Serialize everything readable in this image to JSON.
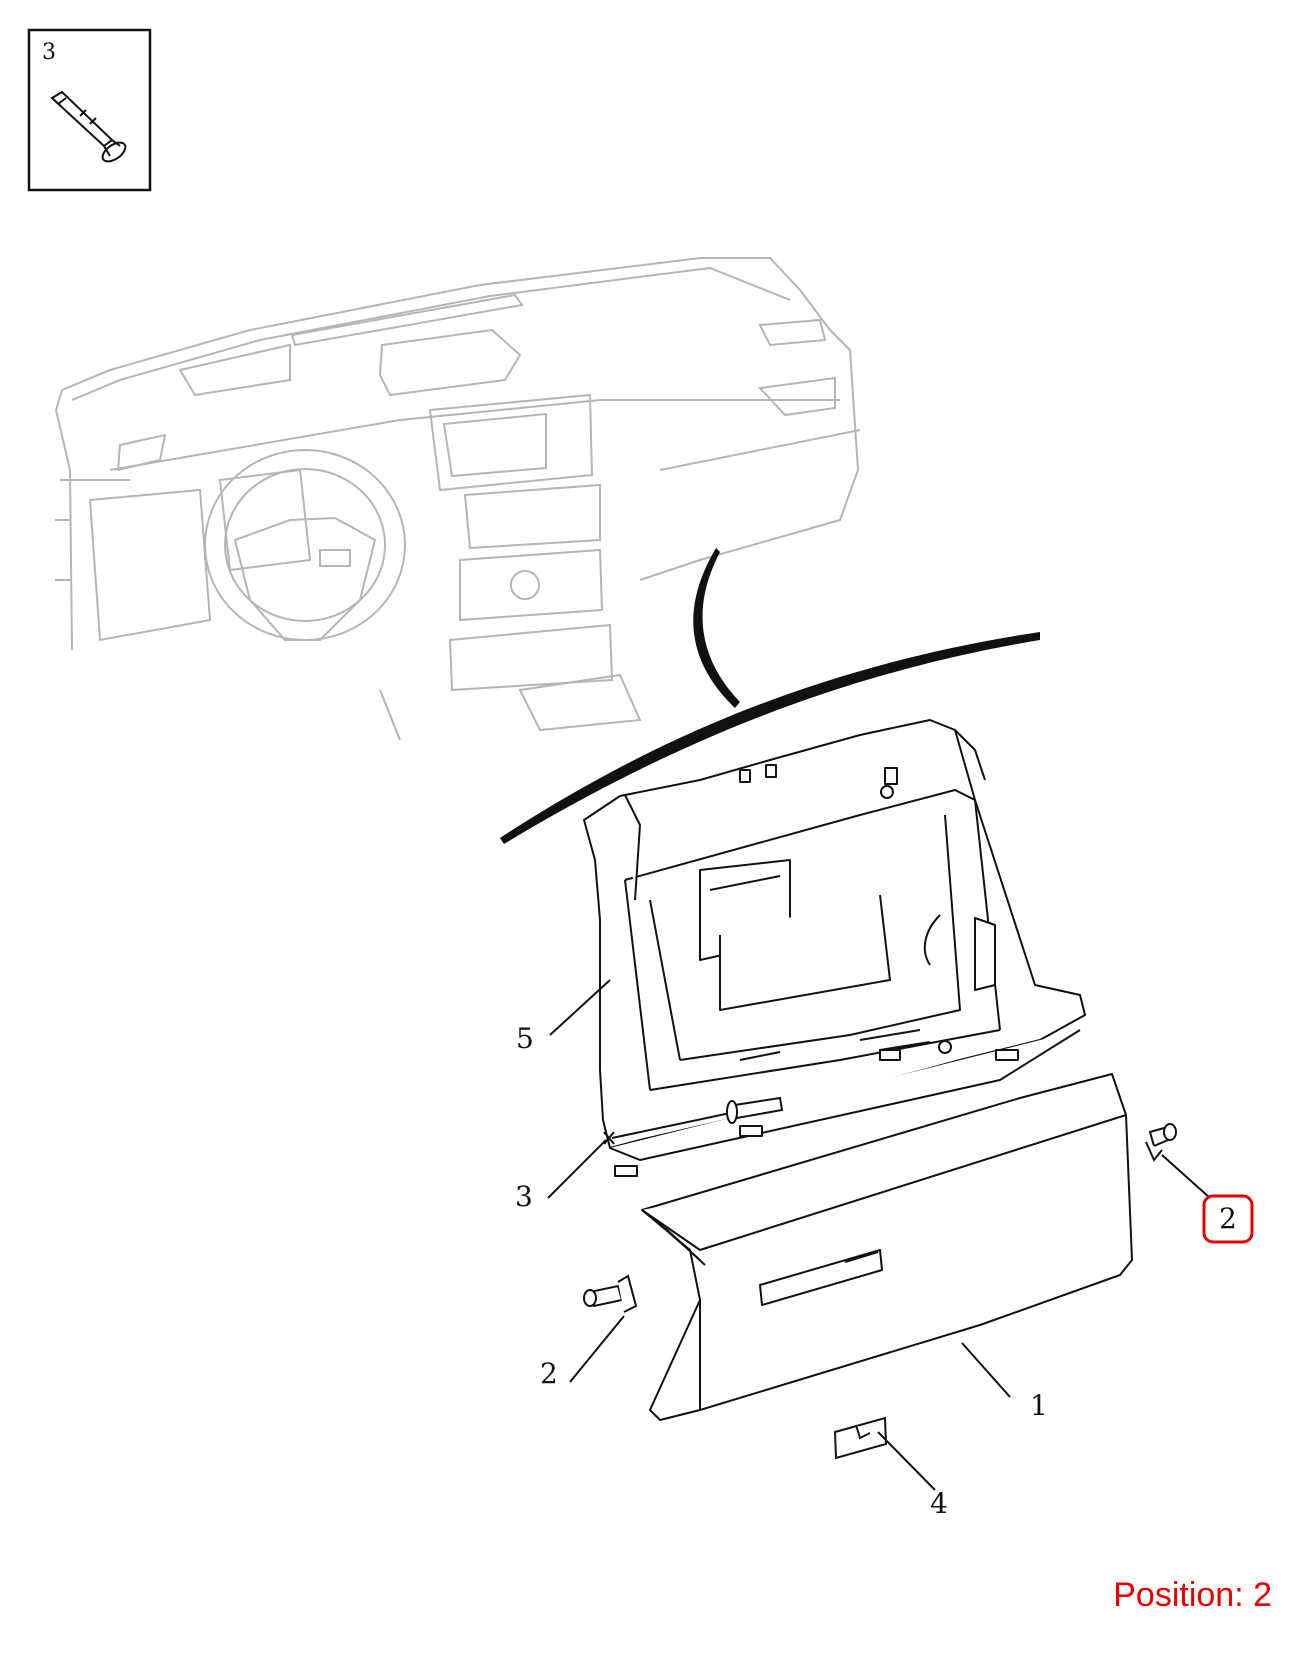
{
  "inset": {
    "label": "3"
  },
  "callouts": [
    {
      "id": "callout-1",
      "text": "1"
    },
    {
      "id": "callout-2-right",
      "text": "2"
    },
    {
      "id": "callout-2-left",
      "text": "2"
    },
    {
      "id": "callout-3",
      "text": "3"
    },
    {
      "id": "callout-4",
      "text": "4"
    },
    {
      "id": "callout-5",
      "text": "5"
    }
  ],
  "position_label": "Position: 2",
  "colors": {
    "highlight": "#e30000",
    "line": "#111111",
    "ghost": "#b5b5b5"
  }
}
